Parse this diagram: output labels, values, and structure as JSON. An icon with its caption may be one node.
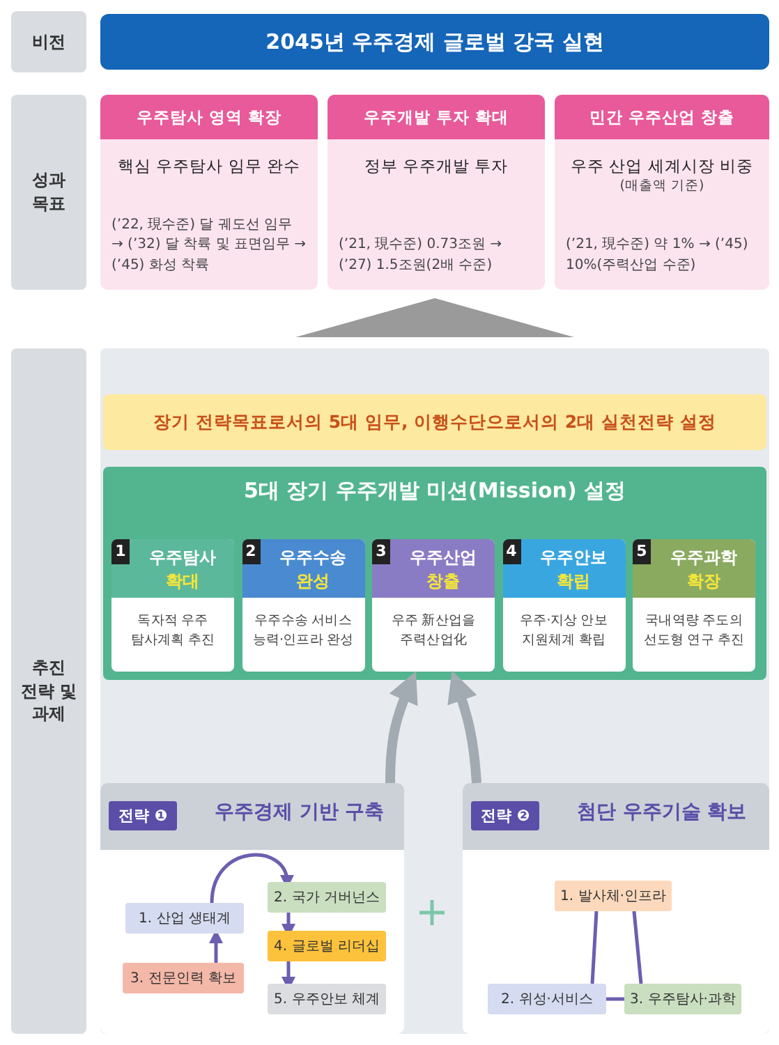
{
  "diagram": {
    "nodes": [
      {
        "text": [
          "비전"
        ]
      },
      {
        "text": [
          "2045년 우주경제 글로벌 강국 실현"
        ]
      },
      {
        "text": [
          "성과 목표"
        ]
      },
      {
        "text": [
          "우주탐사 영역 확장",
          "핵심 우주탐사 임무 완수",
          "(’22, 現수준) 달 궤도선 임무 → (’32) 달 착륙 및 표면임무 → (’45) 화성 착륙"
        ]
      },
      {
        "text": [
          "우주개발 투자 확대",
          "정부 우주개발 투자",
          "(’21, 現수준) 0.73조원 → (’27) 1.5조원(2배 수준)"
        ]
      },
      {
        "text": [
          "민간 우주산업 창출",
          "우주 산업 세계시장 비중",
          "(매출액 기준)",
          "(’21, 現수준) 약 1% → (’45) 10%(주력산업 수준)"
        ]
      },
      {
        "text": [
          "추진 전략 및 과제"
        ]
      },
      {
        "text": [
          "장기 전략목표로서의 5대 임무, 이행수단으로서의 2대 실천전략 설정"
        ]
      },
      {
        "text": [
          "5대 장기 우주개발 미션(Mission) 설정"
        ]
      },
      {
        "text": [
          "1",
          "우주탐사",
          "확대",
          "독자적 우주 탐사계획 추진"
        ],
        "in": 8
      },
      {
        "text": [
          "2",
          "우주수송",
          "완성",
          "우주수송 서비스 능력·인프라 완성"
        ],
        "in": 8
      },
      {
        "text": [
          "3",
          "우주산업",
          "창출",
          "우주 新산업을 주력산업化"
        ],
        "in": 8
      },
      {
        "text": [
          "4",
          "우주안보",
          "확립",
          "우주·지상 안보 지원체계 확립"
        ],
        "in": 8
      },
      {
        "text": [
          "5",
          "우주과학",
          "확장",
          "국내역량 주도의 선도형 연구 추진"
        ],
        "in": 8
      },
      {
        "text": [
          "전략 ❶",
          "우주경제 기반 구축"
        ]
      },
      {
        "text": [
          "1. 산업 생태계"
        ],
        "in": 14
      },
      {
        "text": [
          "2. 국가 거버넌스"
        ],
        "in": 14
      },
      {
        "text": [
          "4. 글로벌 리더십"
        ],
        "in": 14
      },
      {
        "text": [
          "3. 전문인력 확보"
        ],
        "in": 14
      },
      {
        "text": [
          "5. 우주안보 체계"
        ],
        "in": 14
      },
      {
        "text": [
          "전략 ❷",
          "첨단 우주기술 확보"
        ]
      },
      {
        "text": [
          "1. 발사체·인프라"
        ],
        "in": 20
      },
      {
        "text": [
          "2. 위성·서비스"
        ],
        "in": 20
      },
      {
        "text": [
          "3. 우주탐사·과학"
        ],
        "in": 20
      }
    ],
    "edges": [
      {
        "from": 15,
        "to": 16,
        "arrow": "to"
      },
      {
        "from": 16,
        "to": 17,
        "arrow": "to"
      },
      {
        "from": 17,
        "to": 19,
        "arrow": "to"
      },
      {
        "from": 18,
        "to": 15,
        "arrow": "to"
      },
      {
        "from": 21,
        "to": 22,
        "arrow": "none"
      },
      {
        "from": 21,
        "to": 23,
        "arrow": "none"
      },
      {
        "from": 22,
        "to": 23,
        "arrow": "none"
      },
      {
        "from": 14,
        "to": 8,
        "arrow": "to",
        "style": "thick",
        "color": "#a3abb2"
      },
      {
        "from": 20,
        "to": 8,
        "arrow": "to",
        "style": "thick",
        "color": "#a3abb2"
      }
    ]
  }
}
